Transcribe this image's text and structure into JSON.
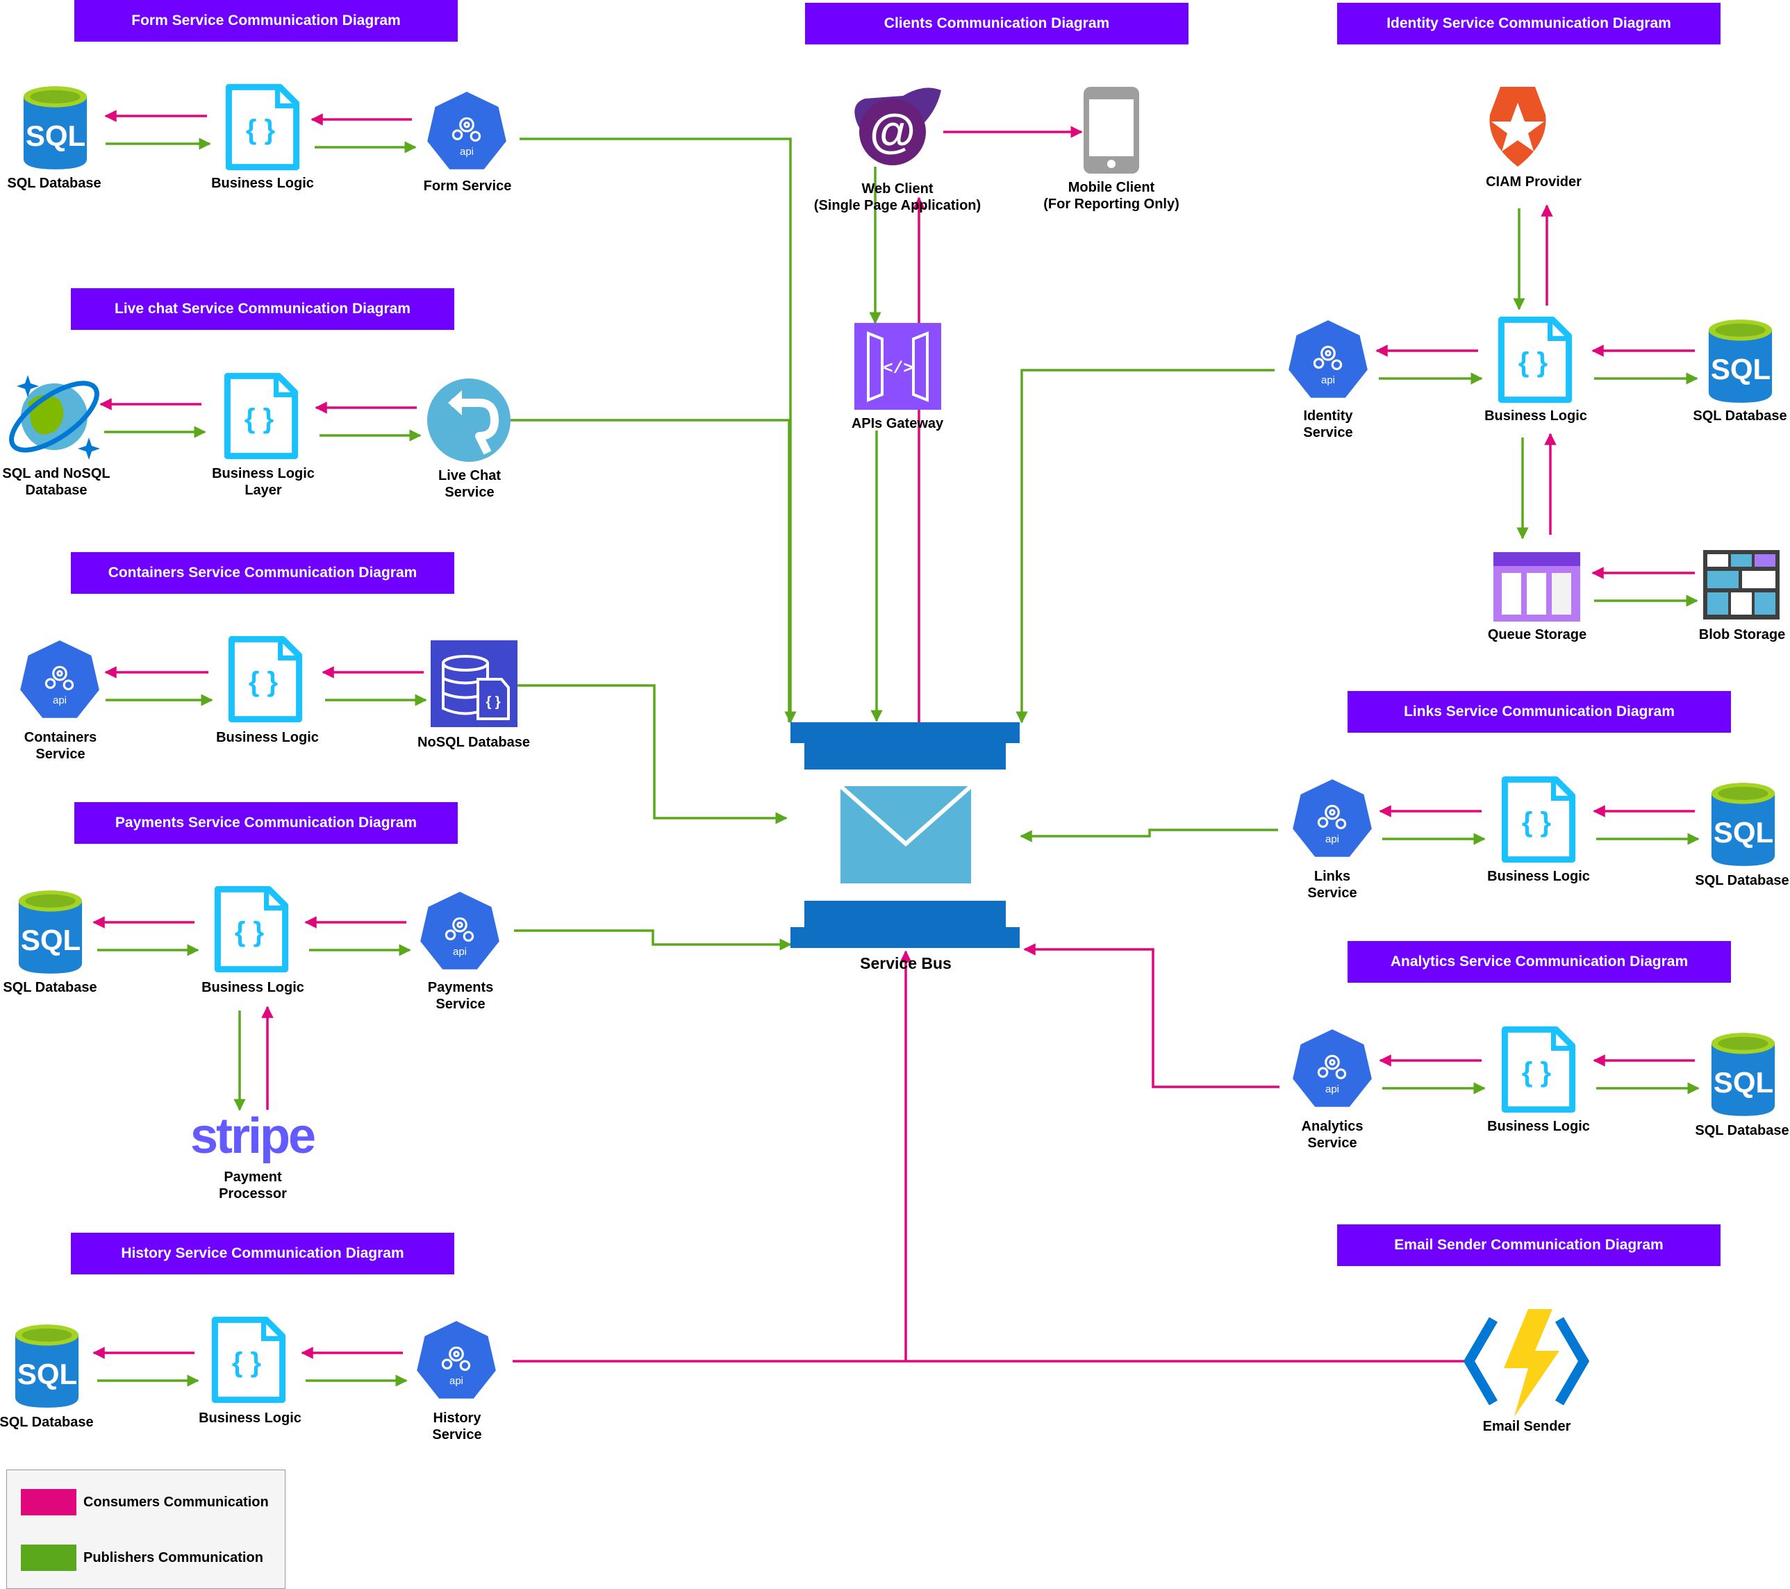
{
  "colors": {
    "consumers": "#e0077d",
    "publishers": "#5ca81d",
    "header_bg": "#7000ff",
    "header_text": "#ffffff",
    "api_blue": "#326ce5",
    "logic_blue": "#1ac1ff",
    "service_bus": "#0e6fc3",
    "service_bus_env": "#59b4d9"
  },
  "headers": {
    "form": "Form Service Communication Diagram",
    "clients": "Clients Communication Diagram",
    "identity": "Identity Service Communication Diagram",
    "livechat": "Live chat Service Communication Diagram",
    "containers": "Containers Service Communication Diagram",
    "links": "Links Service Communication Diagram",
    "payments": "Payments Service Communication Diagram",
    "analytics": "Analytics Service Communication Diagram",
    "history": "History Service Communication Diagram",
    "email": "Email Sender Communication Diagram"
  },
  "labels": {
    "form_sql": [
      "SQL Database"
    ],
    "form_logic": [
      "Business Logic"
    ],
    "form_service": [
      "Form Service"
    ],
    "web_client": [
      "Web Client",
      "(Single Page Application)"
    ],
    "mobile_client": [
      "Mobile Client",
      "(For Reporting Only)"
    ],
    "api_gateway": [
      "APIs Gateway"
    ],
    "ciam": [
      "CIAM Provider"
    ],
    "identity_service": [
      "Identity",
      "Service"
    ],
    "identity_logic": [
      "Business Logic"
    ],
    "identity_sql": [
      "SQL Database"
    ],
    "queue": [
      "Queue Storage"
    ],
    "blob": [
      "Blob Storage"
    ],
    "livechat_db": [
      "SQL and NoSQL",
      "Database"
    ],
    "livechat_logic": [
      "Business Logic",
      "Layer"
    ],
    "livechat_service": [
      "Live Chat",
      "Service"
    ],
    "containers_service": [
      "Containers",
      "Service"
    ],
    "containers_logic": [
      "Business Logic"
    ],
    "containers_nosql": [
      "NoSQL Database"
    ],
    "service_bus": [
      "Service Bus"
    ],
    "links_service": [
      "Links",
      "Service"
    ],
    "links_logic": [
      "Business Logic"
    ],
    "links_sql": [
      "SQL Database"
    ],
    "payments_sql": [
      "SQL Database"
    ],
    "payments_logic": [
      "Business Logic"
    ],
    "payments_service": [
      "Payments",
      "Service"
    ],
    "stripe_word": "stripe",
    "stripe": [
      "Payment",
      "Processor"
    ],
    "analytics_service": [
      "Analytics",
      "Service"
    ],
    "analytics_logic": [
      "Business Logic"
    ],
    "analytics_sql": [
      "SQL Database"
    ],
    "history_sql": [
      "SQL Database"
    ],
    "history_logic": [
      "Business Logic"
    ],
    "history_service": [
      "History",
      "Service"
    ],
    "email_sender": [
      "Email Sender"
    ]
  },
  "icon_text": {
    "sql": "SQL",
    "api": "api",
    "braces": "{ }"
  },
  "legend": {
    "consumers": "Consumers Communication",
    "publishers": "Publishers Communication"
  }
}
